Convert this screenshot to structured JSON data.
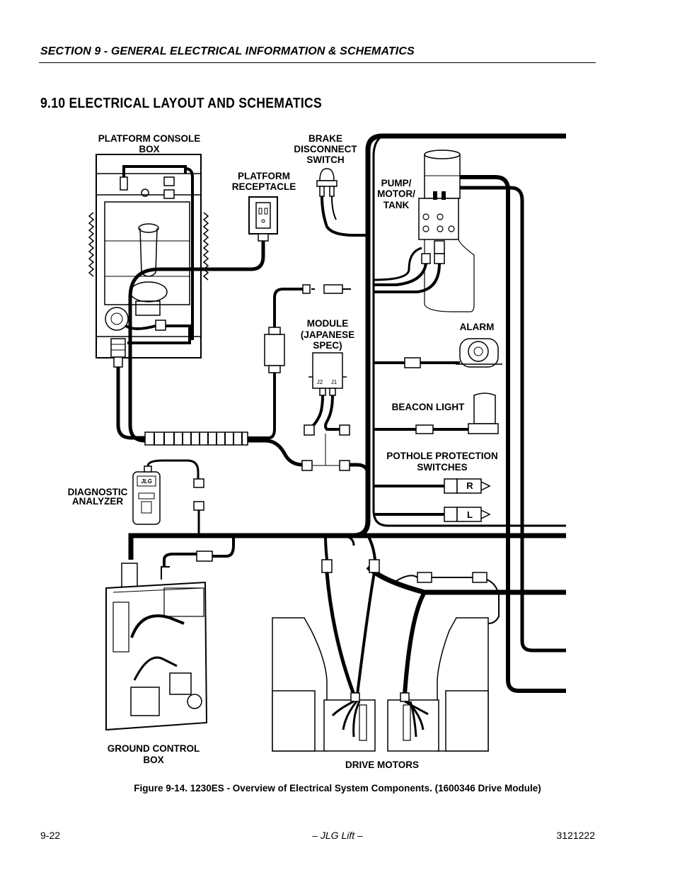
{
  "header": {
    "section": "SECTION 9 - GENERAL ELECTRICAL INFORMATION & SCHEMATICS"
  },
  "title": "9.10   ELECTRICAL LAYOUT AND SCHEMATICS",
  "labels": {
    "platform_console_box": [
      "PLATFORM CONSOLE",
      "BOX"
    ],
    "brake_disconnect_switch": [
      "BRAKE",
      "DISCONNECT",
      "SWITCH"
    ],
    "platform_receptacle": [
      "PLATFORM",
      "RECEPTACLE"
    ],
    "pump_motor_tank": [
      "PUMP/",
      "MOTOR/",
      "TANK"
    ],
    "module_japanese_spec": [
      "MODULE",
      "(JAPANESE",
      "SPEC)"
    ],
    "alarm": "ALARM",
    "beacon_light": "BEACON LIGHT",
    "pothole_protection_switches": [
      "POTHOLE PROTECTION",
      "SWITCHES"
    ],
    "diagnostic_analyzer": [
      "DIAGNOSTIC",
      "ANALYZER"
    ],
    "ground_control_box": [
      "GROUND CONTROL",
      "BOX"
    ],
    "drive_motors": "DRIVE MOTORS",
    "pothole_right": "R",
    "pothole_left": "L",
    "module_j2": "J2",
    "module_j1": "J1",
    "analyzer_logo": "JLG"
  },
  "caption": "Figure 9-14.  1230ES - Overview of Electrical System Components. (1600346 Drive Module)",
  "footer": {
    "page_number": "9-22",
    "publisher": "– JLG Lift –",
    "doc_number": "3121222"
  }
}
